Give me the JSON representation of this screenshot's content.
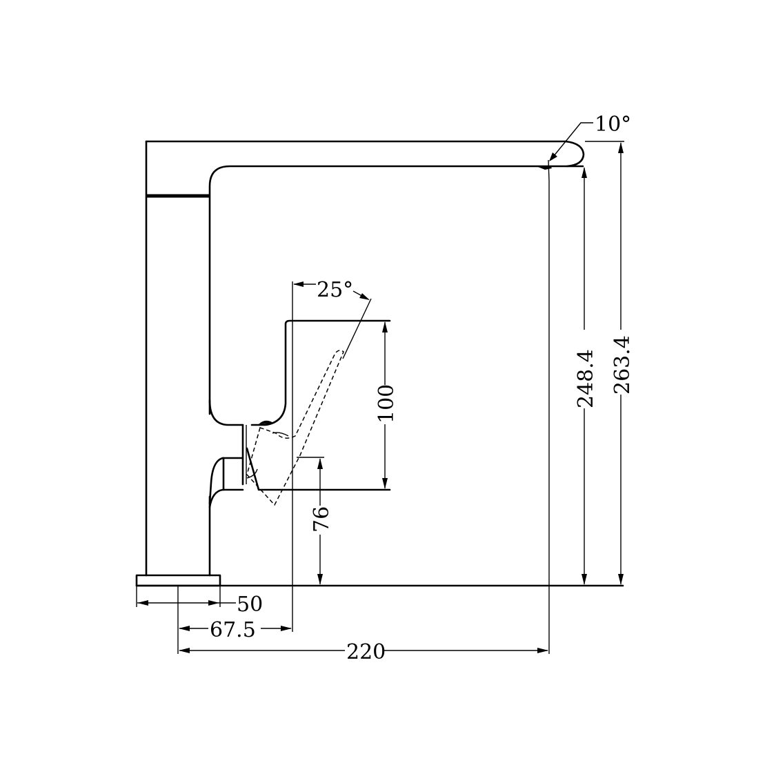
{
  "drawing": {
    "type": "technical-dimension-drawing",
    "subject": "faucet side elevation",
    "colors": {
      "line": "#000000",
      "background": "#ffffff"
    }
  },
  "dimensions": {
    "spout_angle": "10°",
    "handle_angle": "25°",
    "spout_outlet_height": "248.4",
    "overall_height": "263.4",
    "handle_height": "100",
    "lever_base_height": "76",
    "base_width": "50",
    "lever_axis_offset": "67.5",
    "spout_reach": "220"
  }
}
